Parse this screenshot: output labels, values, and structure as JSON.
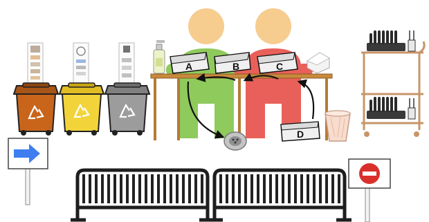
{
  "trays": {
    "a": "A",
    "b": "B",
    "c": "C",
    "d": "D"
  },
  "icons": {
    "recycling": "recycling-icon",
    "arrow_sign": "arrow-right-icon",
    "no_entry_sign": "no-entry-icon",
    "drain": "drain-icon",
    "trash_can": "trash-can-icon"
  },
  "colors": {
    "bin_brown": "#c8651b",
    "bin_yellow": "#f2d43a",
    "bin_grey": "#9c9c9c",
    "person_green": "#8fca5c",
    "person_red": "#e9605a",
    "skin": "#f7cc8f",
    "table_wood": "#c98a3d",
    "trolley": "#c7956a",
    "sign_arrow": "#3f7ef0",
    "no_entry": "#d9302c"
  }
}
